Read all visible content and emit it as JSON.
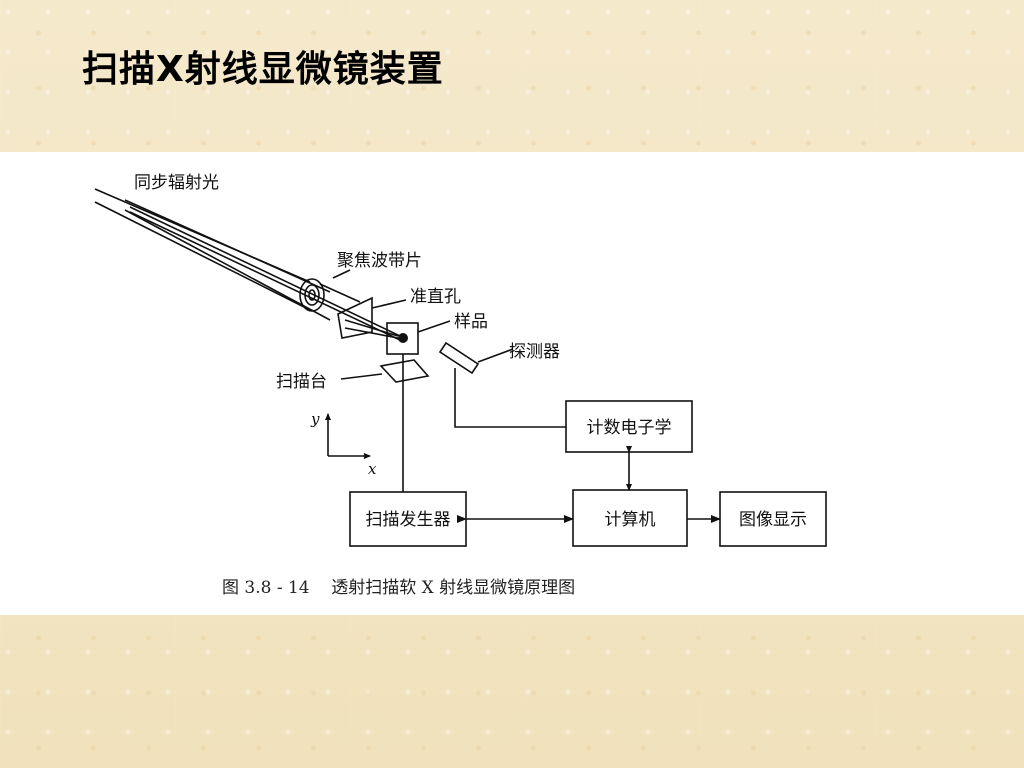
{
  "slide": {
    "title": "扫描X射线显微镜装置"
  },
  "diagram": {
    "labels": {
      "synchrotron": "同步辐射光",
      "zone_plate": "聚焦波带片",
      "collimator": "准直孔",
      "sample": "样品",
      "detector": "探测器",
      "scan_stage": "扫描台",
      "axis_y": "y",
      "axis_x": "x"
    },
    "boxes": {
      "counting_electronics": "计数电子学",
      "scan_generator": "扫描发生器",
      "computer": "计算机",
      "image_display": "图像显示"
    },
    "caption": "图 3.8 - 14    透射扫描软 X 射线显微镜原理图"
  }
}
